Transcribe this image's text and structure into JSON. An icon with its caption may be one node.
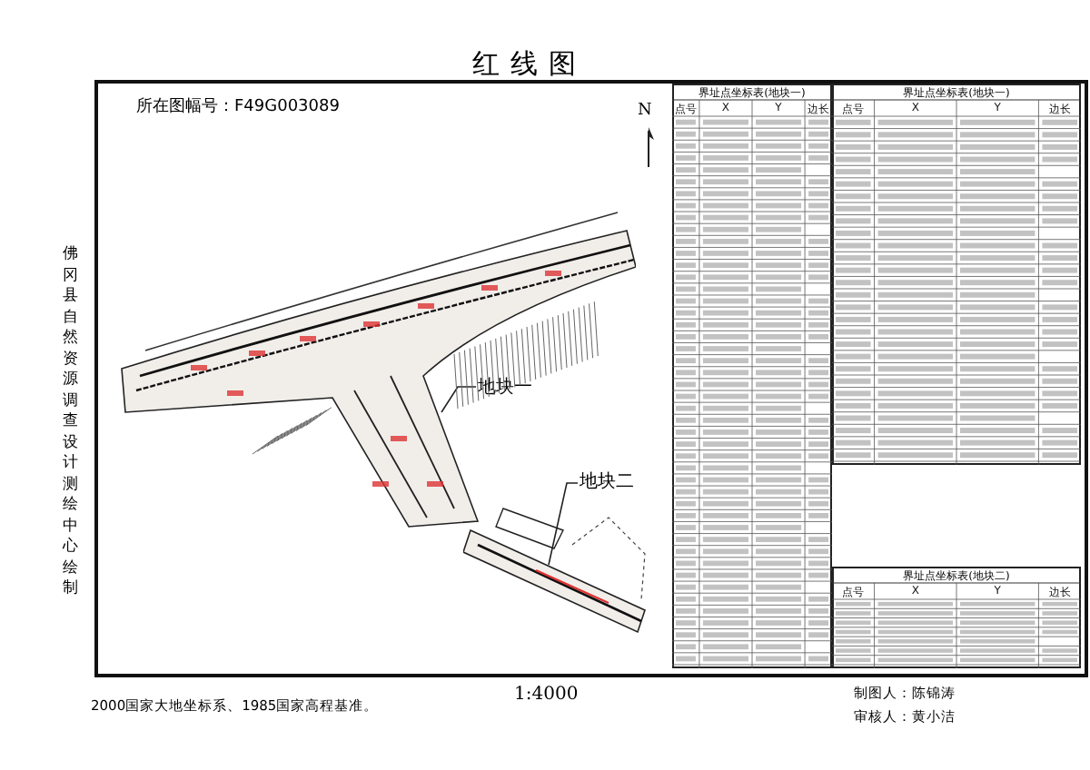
{
  "diagram": {
    "title": "红线图",
    "nodes": [
      {
        "text": [
          "地块一"
        ]
      },
      {
        "text": [],
        "shape": "picture"
      },
      {
        "text": [
          "地块二"
        ]
      },
      {
        "text": [],
        "shape": "picture"
      }
    ],
    "edges": [
      {
        "from": 0,
        "to": 1,
        "arrow": "none"
      },
      {
        "from": 2,
        "to": 3,
        "arrow": "none"
      }
    ],
    "labels": [
      "所在图幅号：F49G003089",
      "N",
      "界址点坐标表(地块一)",
      "点号",
      "X",
      "Y",
      "边长",
      "界址点坐标表(地块一)",
      "点号",
      "X",
      "Y",
      "边长",
      "界址点坐标表(地块二)",
      "点号",
      "X",
      "Y",
      "边长",
      "1:4000",
      "2000国家大地坐标系、1985国家高程基准。",
      "制图人：陈锦涛",
      "审核人：黄小洁",
      "佛冈县自然资源调查设计测绘中心绘制"
    ]
  }
}
